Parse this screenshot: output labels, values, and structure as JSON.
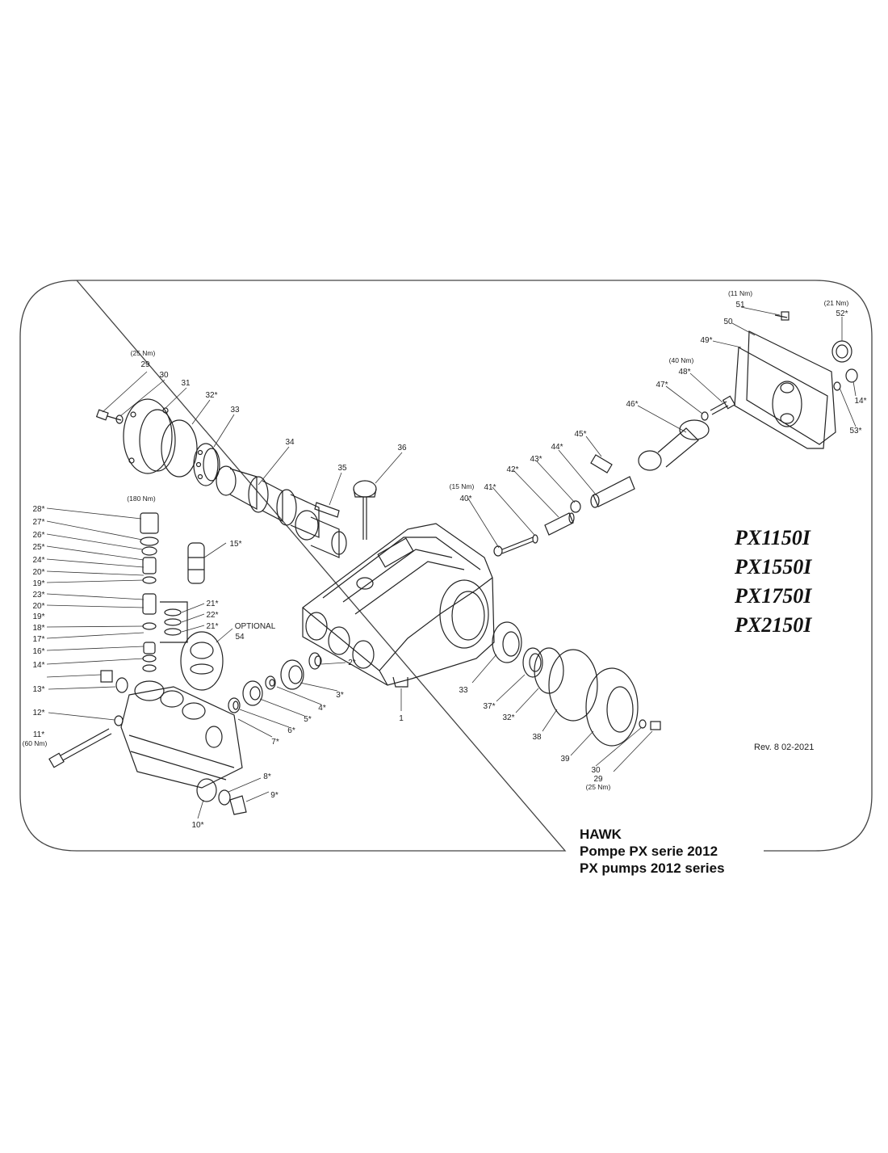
{
  "models": [
    "PX1150I",
    "PX1550I",
    "PX1750I",
    "PX2150I"
  ],
  "revision": "Rev. 8 02-2021",
  "title": {
    "brand": "HAWK",
    "line_it": "Pompe PX serie 2012",
    "line_en": "PX pumps 2012 series"
  },
  "optional_label": "OPTIONAL",
  "torques": {
    "t29_top": "(25 Nm)",
    "t51": "(11 Nm)",
    "t52": "(21 Nm)",
    "t48": "(40 Nm)",
    "t40": "(15 Nm)",
    "t28": "(180 Nm)",
    "t11": "(60 Nm)",
    "t29_bottom": "(25 Nm)"
  },
  "labels": {
    "p29_top": "29",
    "p30_top": "30",
    "p31": "31",
    "p32_top": "32*",
    "p33_top": "33",
    "p34": "34",
    "p35": "35",
    "p36": "36",
    "p51": "51",
    "p52": "52*",
    "p50": "50",
    "p49": "49*",
    "p48": "48*",
    "p47": "47*",
    "p46": "46*",
    "p14_right": "14*",
    "p53": "53*",
    "p45": "45*",
    "p44": "44*",
    "p43": "43*",
    "p42": "42*",
    "p41": "41*",
    "p40": "40*",
    "p28": "28*",
    "p27": "27*",
    "p26": "26*",
    "p25": "25*",
    "p24": "24*",
    "p20_a": "20*",
    "p19_a": "19*",
    "p23": "23*",
    "p20_b": "20*",
    "p18": "18*",
    "p19_b": "19*",
    "p17": "17*",
    "p16": "16*",
    "p14_left": "14*",
    "p13": "13*",
    "p12": "12*",
    "p11": "11*",
    "p15": "15*",
    "p21_a": "21*",
    "p22": "22*",
    "p21_b": "21*",
    "p54": "54",
    "p2": "2*",
    "p3": "3*",
    "p4": "4*",
    "p5": "5*",
    "p6": "6*",
    "p7": "7*",
    "p1": "1",
    "p8": "8*",
    "p9": "9*",
    "p10": "10*",
    "p33_bottom": "33",
    "p37": "37*",
    "p32_bottom": "32*",
    "p38": "38",
    "p39": "39",
    "p30_bottom": "30",
    "p29_bottom": "29"
  }
}
